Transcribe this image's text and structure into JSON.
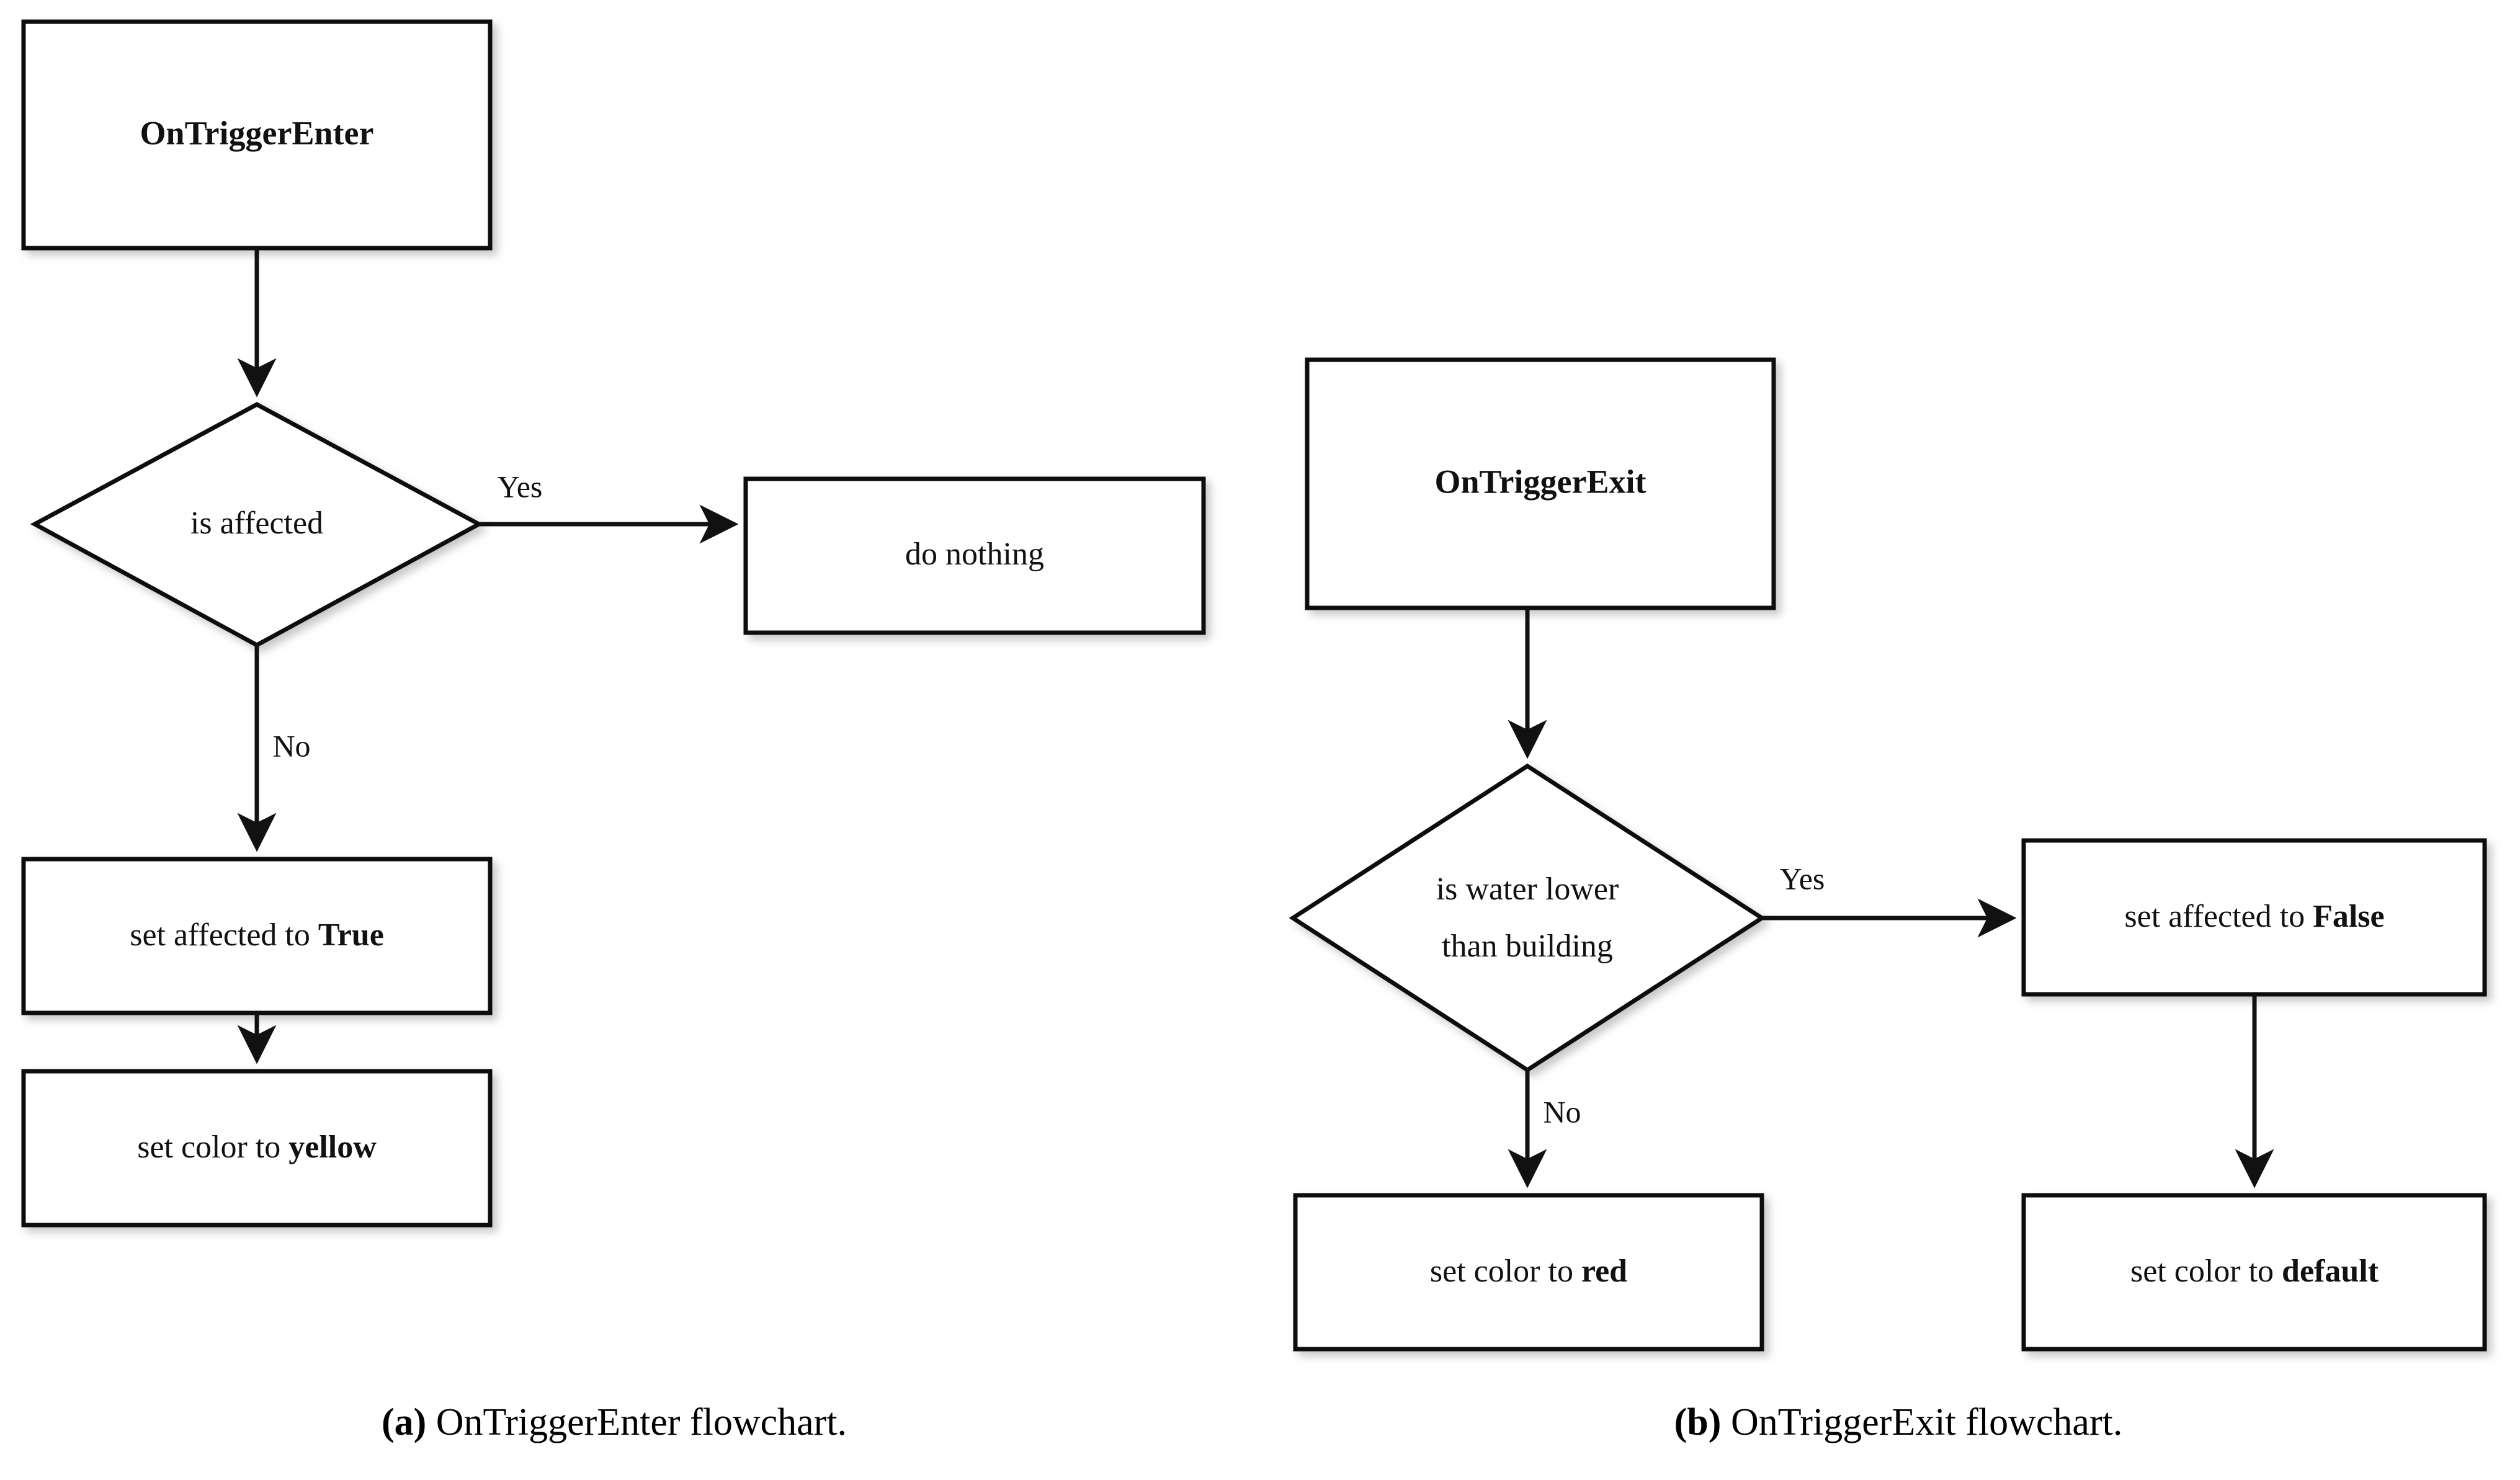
{
  "figure": {
    "background_color": "#ffffff",
    "stroke_color": "#111111",
    "text_color": "#111111"
  },
  "panels": [
    {
      "id": "a",
      "caption_tag": "(a)",
      "caption_text": " OnTriggerEnter flowchart.",
      "nodes": {
        "start": {
          "label": "OnTriggerEnter",
          "shape": "rect",
          "bold": true
        },
        "decision": {
          "label": "is affected",
          "shape": "diamond"
        },
        "yes_target": {
          "label": "do nothing",
          "shape": "rect"
        },
        "no_target": {
          "label_plain": "set affected to ",
          "label_bold": "True",
          "shape": "rect"
        },
        "final": {
          "label_plain": "set color to ",
          "label_bold": "yellow",
          "shape": "rect"
        }
      },
      "edges": {
        "yes": "Yes",
        "no": "No"
      }
    },
    {
      "id": "b",
      "caption_tag": "(b)",
      "caption_text": " OnTriggerExit flowchart.",
      "nodes": {
        "start": {
          "label": "OnTriggerExit",
          "shape": "rect",
          "bold": true
        },
        "decision": {
          "label_line1": "is water lower",
          "label_line2": "than building",
          "shape": "diamond"
        },
        "yes_target": {
          "label_plain": "set affected to ",
          "label_bold": "False",
          "shape": "rect"
        },
        "no_target": {
          "label_plain": "set color to ",
          "label_bold": "red",
          "shape": "rect"
        },
        "final": {
          "label_plain": "set color to ",
          "label_bold": "default",
          "shape": "rect"
        }
      },
      "edges": {
        "yes": "Yes",
        "no": "No"
      }
    }
  ]
}
